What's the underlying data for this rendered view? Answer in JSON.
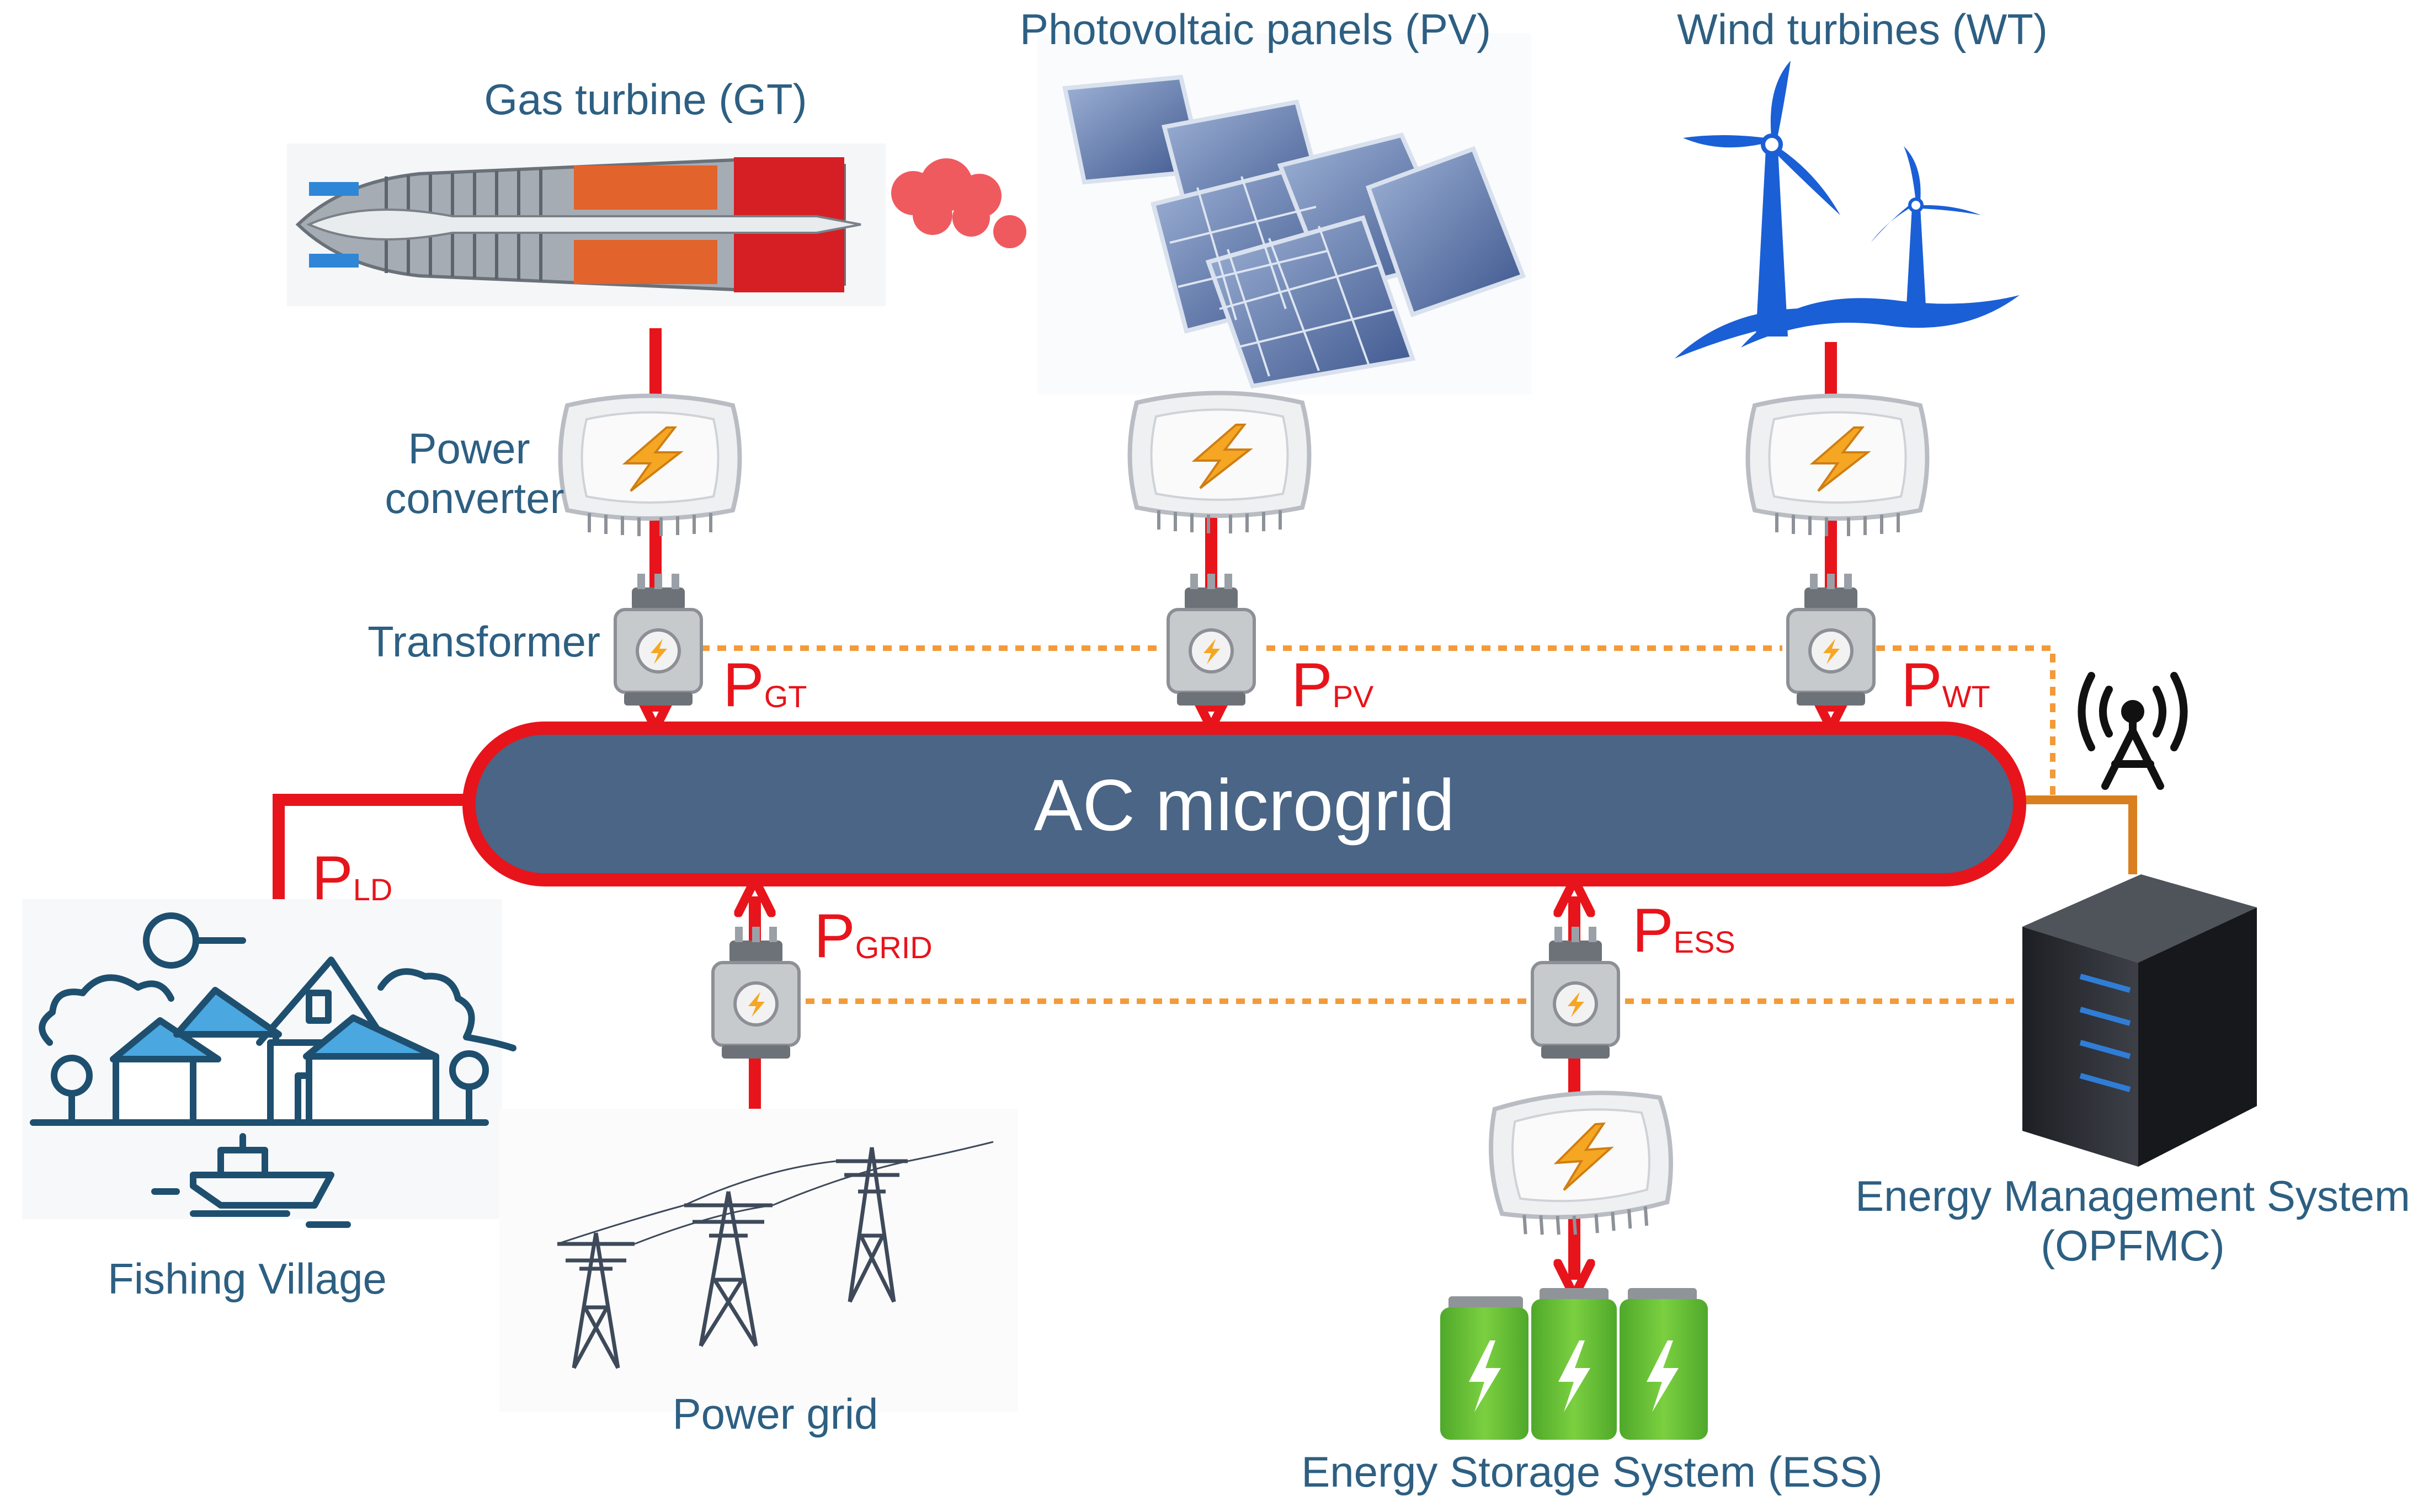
{
  "bus": {
    "label": "AC microgrid"
  },
  "sources": {
    "gas_turbine": "Gas turbine (GT)",
    "pv": "Photovoltaic panels (PV)",
    "wind": "Wind turbines (WT)"
  },
  "components": {
    "power_converter_line1": "Power",
    "power_converter_line2": "converter",
    "transformer": "Transformer"
  },
  "loads": {
    "village": "Fishing Village",
    "grid": "Power grid",
    "ess": "Energy Storage System (ESS)",
    "ems_line1": "Energy Management System",
    "ems_line2": "(OPFMC)"
  },
  "power_flows": {
    "gt": {
      "main": "P",
      "sub": "GT"
    },
    "pv": {
      "main": "P",
      "sub": "PV"
    },
    "wt": {
      "main": "P",
      "sub": "WT"
    },
    "ld": {
      "main": "P",
      "sub": "LD"
    },
    "grid": {
      "main": "P",
      "sub": "GRID"
    },
    "ess": {
      "main": "P",
      "sub": "ESS"
    }
  },
  "colors": {
    "power_line": "#e8141b",
    "bus_fill": "#4a6585",
    "comm_line": "#f39a3a",
    "label": "#2d5f82"
  }
}
